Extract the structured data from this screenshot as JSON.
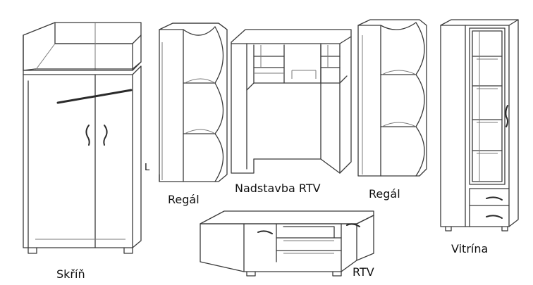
{
  "labels": {
    "skrin": "Skříň",
    "regal_left": "Regál",
    "nadstavba": "Nadstavba RTV",
    "regal_right": "Regál",
    "rtv": "RTV",
    "vitrina": "Vitrína",
    "stray_mark": "L"
  },
  "colors": {
    "line": "#3a3a3a",
    "background": "#ffffff",
    "text": "#111111"
  }
}
